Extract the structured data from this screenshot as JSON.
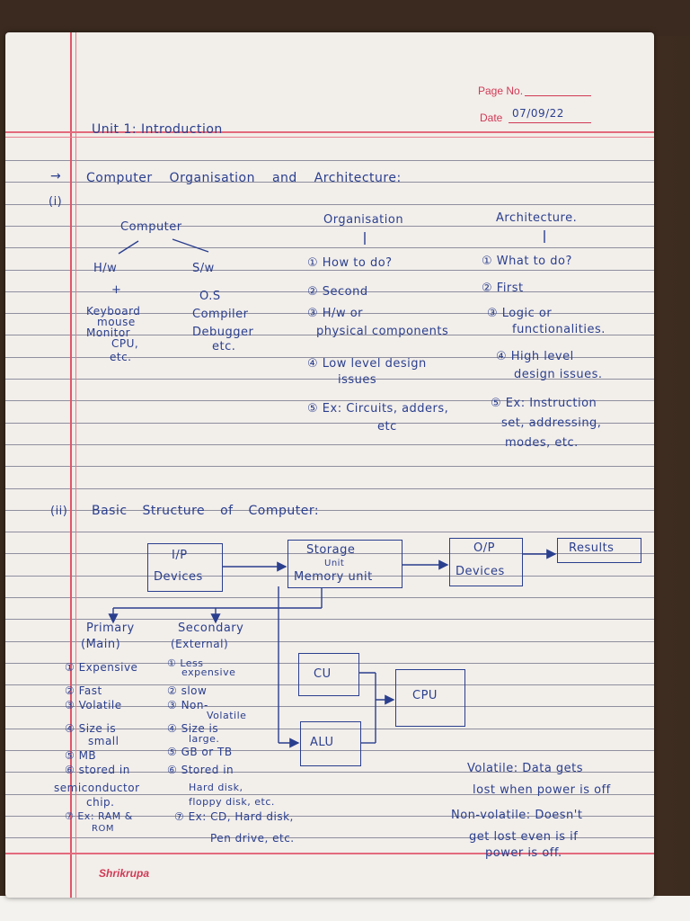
{
  "header": {
    "page_no_label": "Page No.",
    "date_label": "Date",
    "date_value": "07/09/22"
  },
  "unit_title": "Unit 1: Introduction",
  "section1": {
    "arrow": "→",
    "heading": "Computer Organisation and Architecture:",
    "num": "(i)",
    "computer": "Computer",
    "hw": "H/w",
    "sw": "S/w",
    "plus": "+",
    "hw_items": [
      "Keyboard",
      "mouse",
      "Monitor",
      "CPU,",
      "etc."
    ],
    "sw_items": [
      "O.S",
      "Compiler",
      "Debugger",
      "etc."
    ],
    "org_title": "Organisation",
    "arch_title": "Architecture.",
    "org_items": [
      "① How to do?",
      "② Second",
      "③ H/w or",
      "physical components",
      "④ Low level design",
      "issues",
      "⑤ Ex: Circuits, adders,",
      "etc"
    ],
    "arch_items": [
      "① What to do?",
      "② First",
      "③ Logic or",
      "functionalities.",
      "④ High level",
      "design issues.",
      "⑤ Ex: Instruction",
      "set, addressing,",
      "modes, etc."
    ]
  },
  "section2": {
    "num": "(ii)",
    "heading": "Basic Structure of Computer:",
    "ip1": "I/P",
    "ip2": "Devices",
    "storage1": "Storage",
    "storage2": "Unit",
    "storage3": "Memory unit",
    "op1": "O/P",
    "op2": "Devices",
    "results": "Results",
    "primary": "Primary",
    "primary_sub": "(Main)",
    "secondary": "Secondary",
    "secondary_sub": "(External)",
    "cu": "CU",
    "alu": "ALU",
    "cpu": "CPU",
    "primary_items": [
      "① Expensive",
      "② Fast",
      "③ Volatile",
      "④ Size is",
      "small",
      "⑤ MB",
      "⑥ stored in",
      "semiconductor",
      "chip.",
      "⑦ Ex: RAM &",
      "ROM"
    ],
    "secondary_items": [
      "① Less",
      "expensive",
      "② slow",
      "③ Non-",
      "Volatile",
      "④ Size is",
      "large.",
      "⑤ GB or TB",
      "⑥ Stored in",
      "Hard disk,",
      "floppy disk, etc.",
      "⑦ Ex: CD, Hard disk,",
      "Pen drive, etc."
    ],
    "notes": [
      "Volatile: Data gets",
      "lost when power is off",
      "Non-volatile: Doesn't",
      "get lost even is if",
      "power is off."
    ]
  },
  "footer_brand": "Shrikrupa"
}
